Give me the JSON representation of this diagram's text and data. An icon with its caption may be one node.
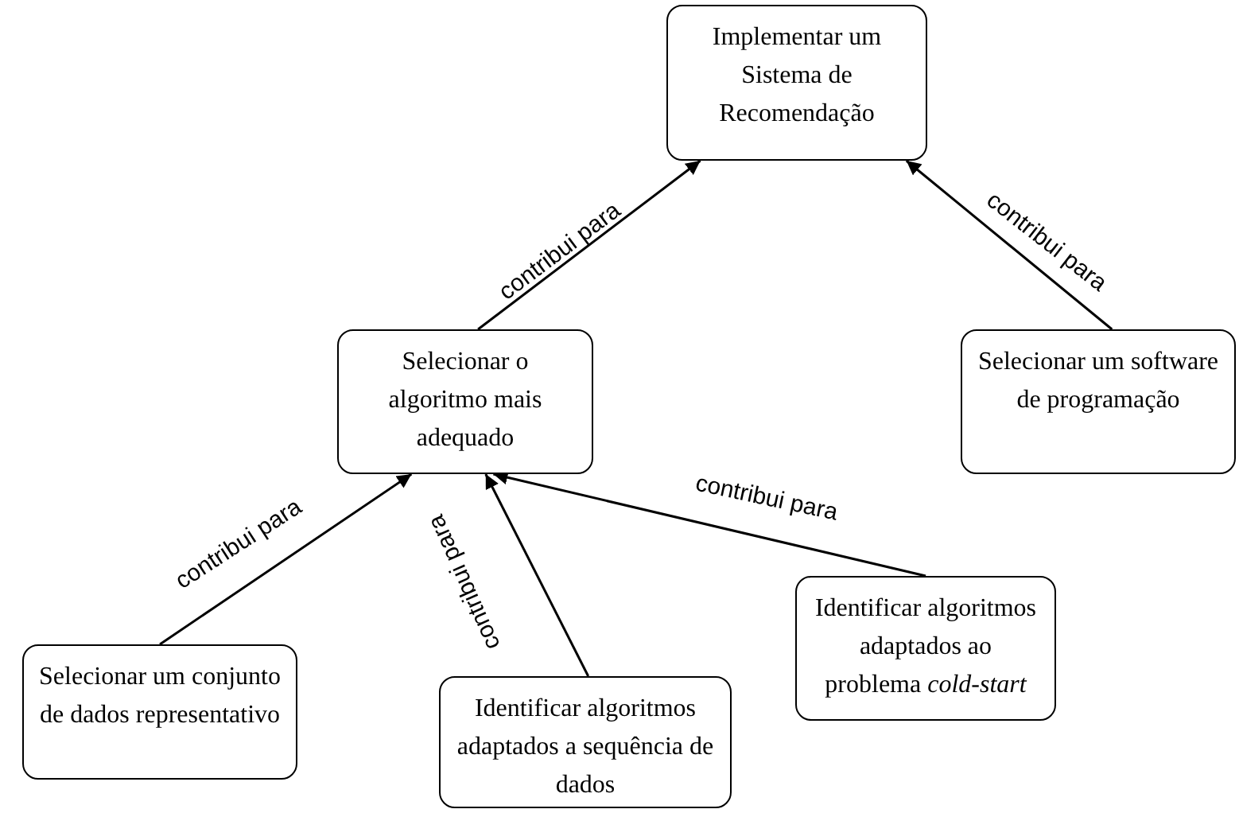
{
  "diagram": {
    "nodes": [
      {
        "text": [
          "Implementar um Sistema de Recomendação"
        ]
      },
      {
        "text": [
          "Selecionar o algoritmo mais adequado"
        ]
      },
      {
        "text": [
          "Selecionar um software de programação"
        ]
      },
      {
        "text": [
          "Selecionar um conjunto de dados representativo"
        ]
      },
      {
        "text": [
          "Identificar algoritmos adaptados a sequência de dados"
        ]
      },
      {
        "text": [
          "Identificar algoritmos adaptados ao problema *cold-start*"
        ]
      }
    ],
    "edges": [
      {
        "from": 3,
        "to": 1,
        "arrow": "to",
        "label": "contribui para"
      },
      {
        "from": 4,
        "to": 1,
        "arrow": "to",
        "label": "contribui para"
      },
      {
        "from": 5,
        "to": 1,
        "arrow": "to",
        "label": "contribui para"
      },
      {
        "from": 1,
        "to": 0,
        "arrow": "to",
        "label": "contribui para"
      },
      {
        "from": 2,
        "to": 0,
        "arrow": "to",
        "label": "contribui para"
      }
    ]
  }
}
